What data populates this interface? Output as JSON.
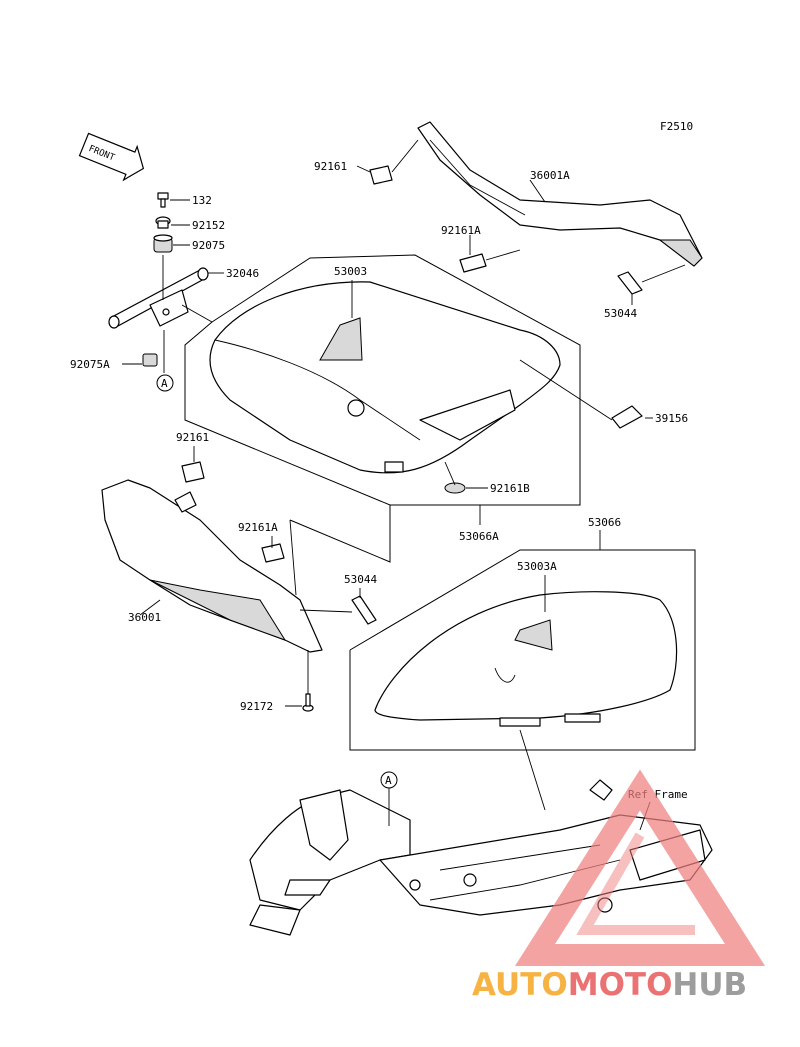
{
  "figure_code": "F2510",
  "front_arrow_label": "FRONT",
  "parts": {
    "p132": "132",
    "p92152": "92152",
    "p92075": "92075",
    "p32046": "32046",
    "p92075A": "92075A",
    "p92161_top": "92161",
    "p36001A": "36001A",
    "p92161A_top": "92161A",
    "p53044_top": "53044",
    "p53003": "53003",
    "p39156": "39156",
    "p92161B": "92161B",
    "p53066A": "53066A",
    "p92161_left": "92161",
    "p92161A_left": "92161A",
    "p36001": "36001",
    "p53044_mid": "53044",
    "p53066": "53066",
    "p53003A": "53003A",
    "p92172": "92172"
  },
  "ref_frame_label": "Ref Frame",
  "callout_A_top": "A",
  "callout_A_frame": "A",
  "watermark": {
    "part1": "AUTO",
    "part2": "MOTO",
    "part3": "HUB",
    "color1": "#f5a623",
    "color2": "#e85a5a",
    "color3": "#8c8c8c"
  }
}
